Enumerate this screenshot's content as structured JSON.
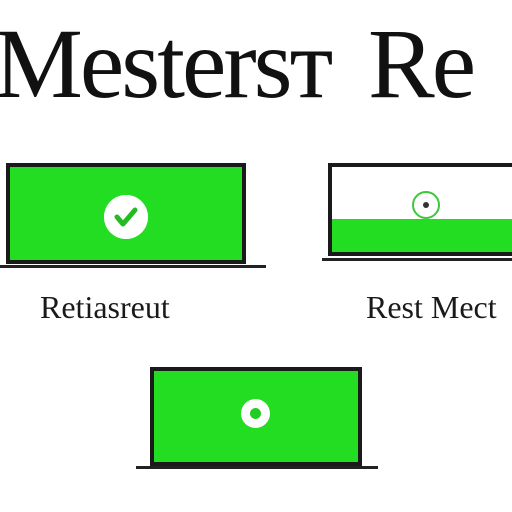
{
  "title": {
    "left": "Mestersт",
    "right": "Re"
  },
  "cards": [
    {
      "label": "Retiasreut",
      "icon": "check-icon",
      "screen_fill": "full"
    },
    {
      "label": "Rest Mect",
      "icon": "target-icon",
      "screen_fill": "partial"
    },
    {
      "label": "",
      "icon": "record-icon",
      "screen_fill": "full"
    }
  ],
  "colors": {
    "accent_green": "#22dd22",
    "frame": "#1a1a1a",
    "background": "#ffffff"
  }
}
